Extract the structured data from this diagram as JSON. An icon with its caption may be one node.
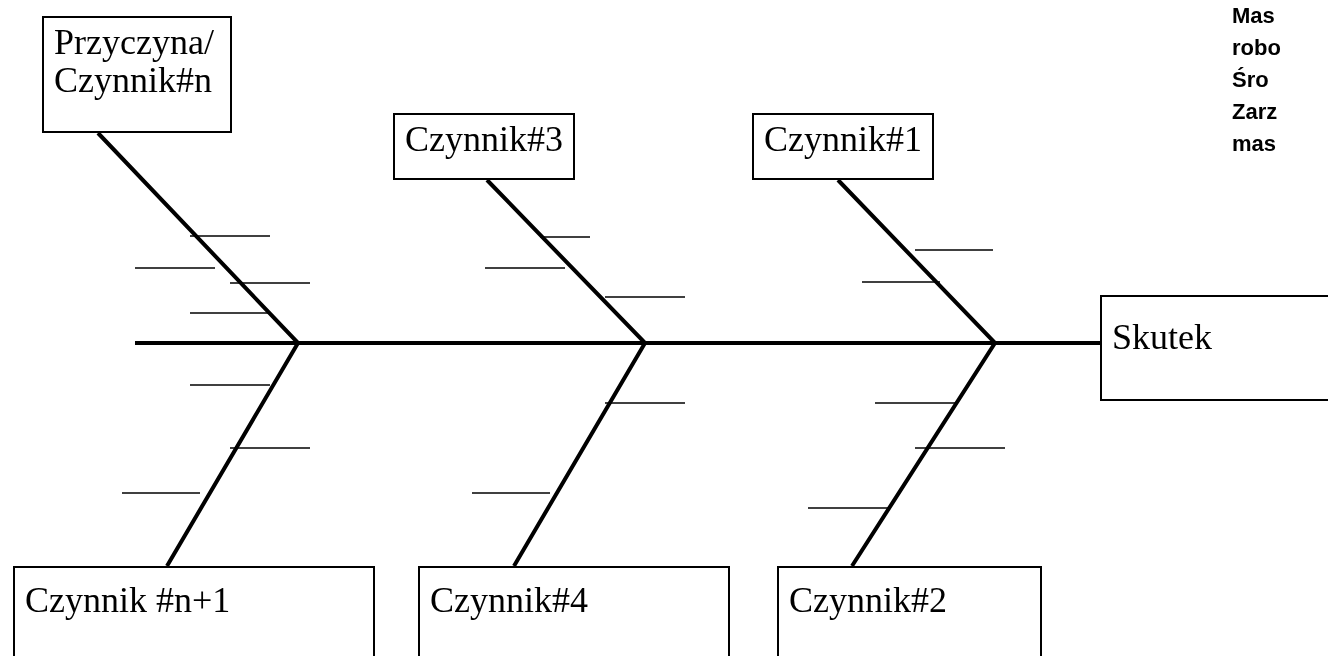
{
  "diagram": {
    "nodes": [
      {
        "text": [
          "Przyczyna/ Czynnik#n"
        ]
      },
      {
        "text": [
          "Czynnik#3"
        ]
      },
      {
        "text": [
          "Czynnik#1"
        ]
      },
      {
        "text": [
          "Skutek"
        ]
      },
      {
        "text": [
          "Czynnik #n+1"
        ]
      },
      {
        "text": [
          "Czynnik#4"
        ]
      },
      {
        "text": [
          "Czynnik#2"
        ]
      }
    ],
    "edges": [
      {
        "from": 0,
        "to": 3,
        "arrow": "none"
      },
      {
        "from": 1,
        "to": 3,
        "arrow": "none"
      },
      {
        "from": 2,
        "to": 3,
        "arrow": "none"
      },
      {
        "from": 4,
        "to": 3,
        "arrow": "none"
      },
      {
        "from": 5,
        "to": 3,
        "arrow": "none"
      },
      {
        "from": 6,
        "to": 3,
        "arrow": "none"
      }
    ],
    "labels": [
      "Mas robo Śro Zarz mas"
    ]
  }
}
